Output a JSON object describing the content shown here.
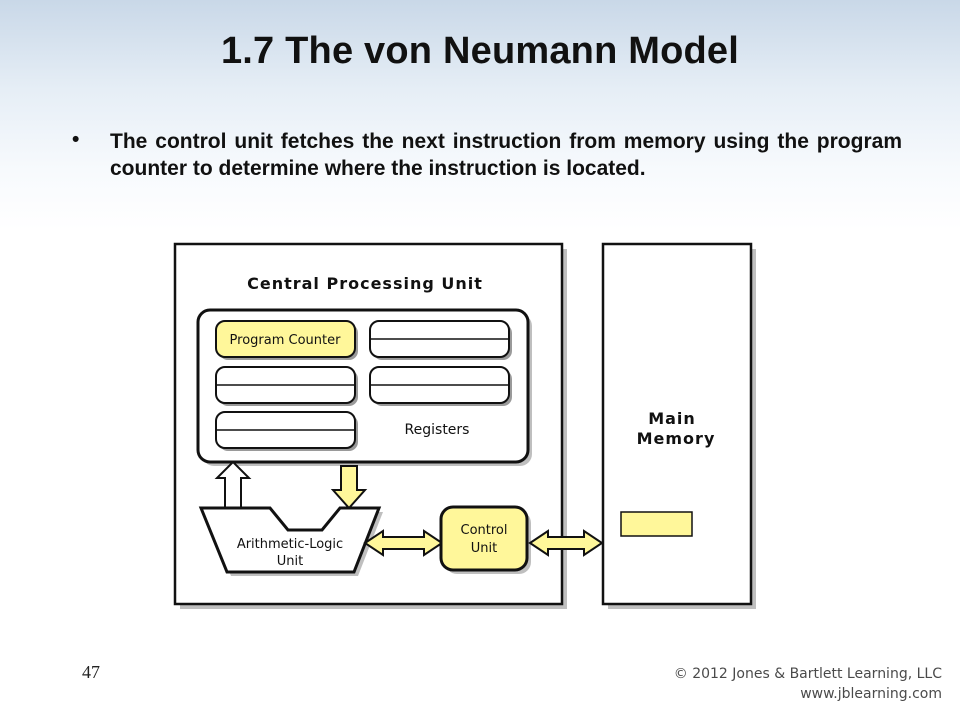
{
  "slide": {
    "title": "1.7 The von Neumann Model",
    "bullet": "The control unit fetches the next instruction from memory using the program counter to determine where the instruction is located.",
    "bullet_marker": "•",
    "page_number": "47",
    "copyright_line1": "© 2012 Jones & Bartlett Learning, LLC",
    "copyright_line2": "www.jblearning.com"
  },
  "diagram": {
    "cpu_label": "Central Processing Unit",
    "program_counter_label": "Program Counter",
    "registers_label": "Registers",
    "alu_label_line1": "Arithmetic-Logic",
    "alu_label_line2": "Unit",
    "control_unit_line1": "Control",
    "control_unit_line2": "Unit",
    "memory_label_line1": "Main",
    "memory_label_line2": "Memory",
    "colors": {
      "highlight": "#fff79a",
      "stroke": "#111111",
      "shadow": "#bfbfbf"
    }
  }
}
